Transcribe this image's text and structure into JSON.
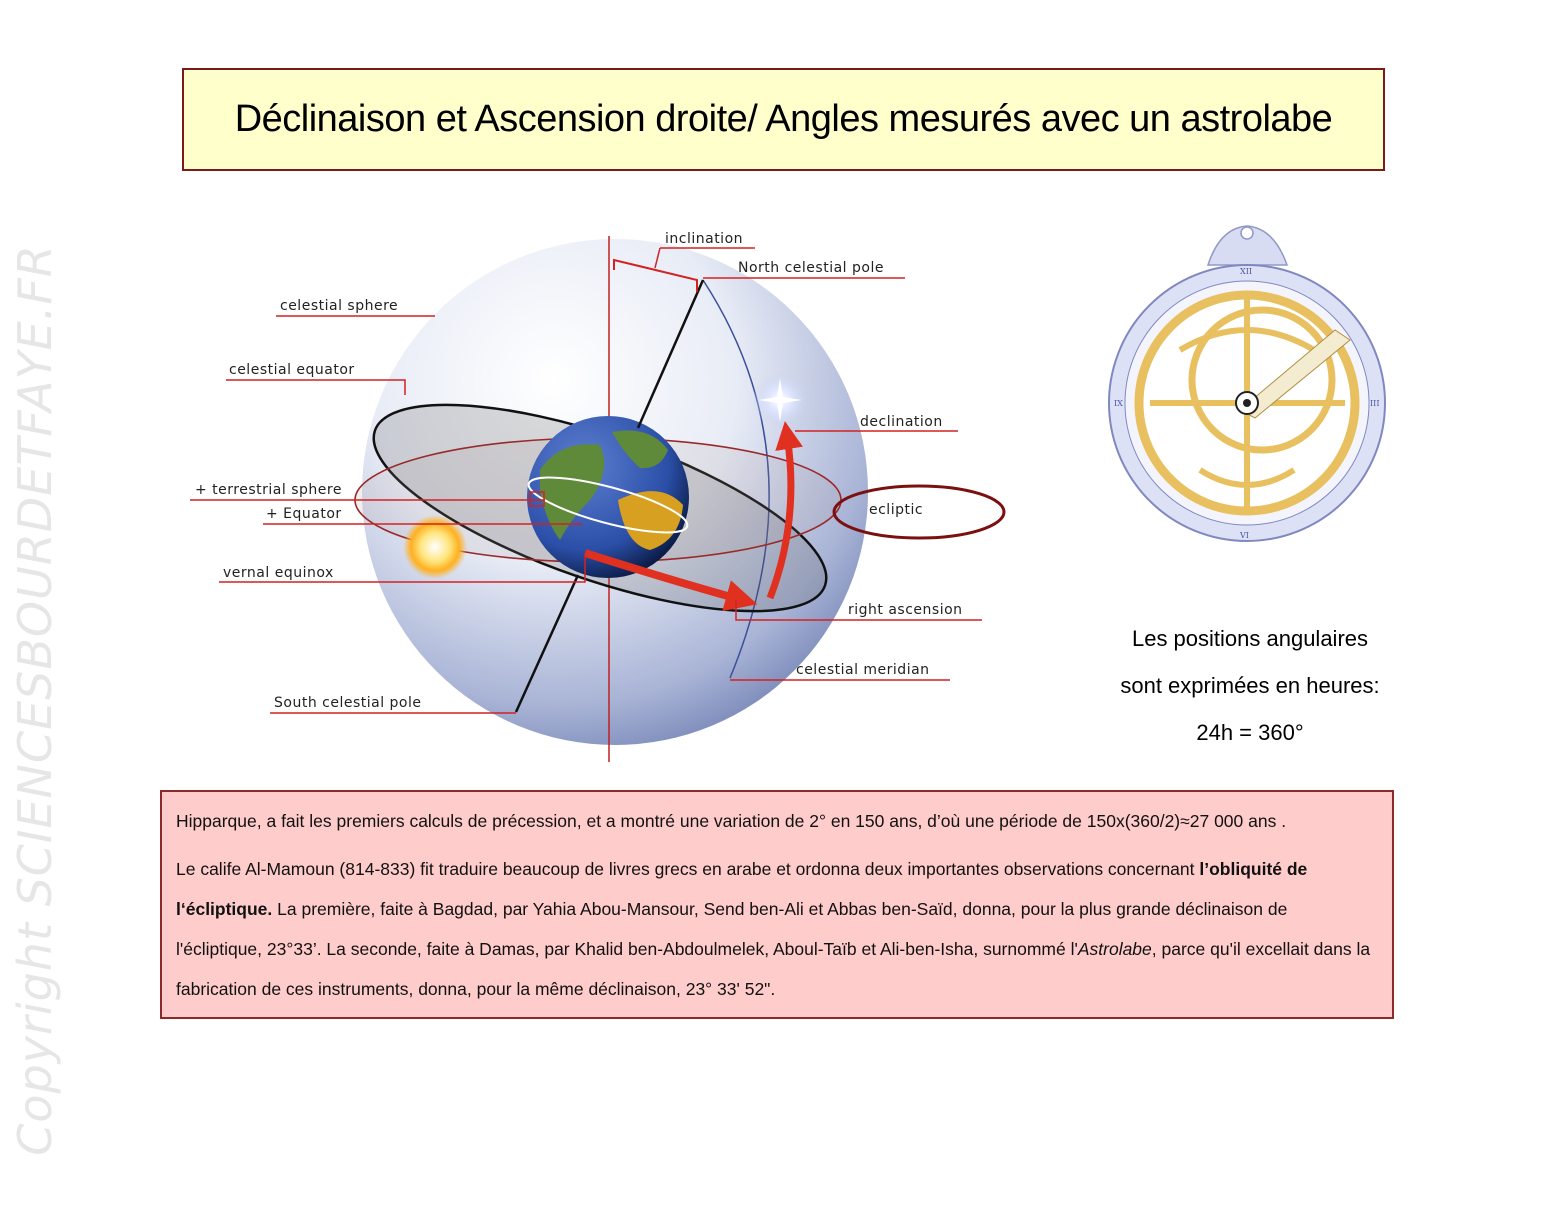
{
  "watermark": "Copyright SCIENCESBOURDETFAYE.FR",
  "title": "Déclinaison et Ascension droite/ Angles mesurés avec un astrolabe",
  "diagram": {
    "labels": {
      "inclination": "inclination",
      "north_celestial_pole": "North celestial pole",
      "celestial_sphere": "celestial sphere",
      "celestial_equator": "celestial equator",
      "declination": "declination",
      "terrestrial_sphere": "+ terrestrial sphere",
      "equator": "+ Equator",
      "ecliptic": "ecliptic",
      "vernal_equinox": "vernal equinox",
      "right_ascension": "right ascension",
      "celestial_meridian": "celestial meridian",
      "south_celestial_pole": "South celestial pole"
    },
    "colors": {
      "leader_lines": "#d22222",
      "arrows": "#e03020",
      "highlight_ellipse": "#7a1010"
    }
  },
  "astrolabe": {
    "hour_numerals": [
      "XII",
      "III",
      "VI",
      "IX"
    ]
  },
  "caption": {
    "line1": "Les positions angulaires",
    "line2": "sont exprimées en heures:",
    "line3": "24h = 360°"
  },
  "body": {
    "p1": "Hipparque, a fait les premiers calculs de précession, et a montré une variation de 2° en 150 ans, d’où une période de 150x(360/2)≈27 000 ans .",
    "p2_a": "Le calife Al-Mamoun (814-833) fit traduire beaucoup de livres grecs en arabe et ordonna deux importantes observations concernant ",
    "p2_bold": "l’obliquité de l‘écliptique.",
    "p2_b": " La première, faite à Bagdad, par Yahia Abou-Mansour, Send ben-Ali et Abbas ben-Saïd, donna, pour la plus grande déclinaison de l'écliptique, 23°33’. La seconde, faite à Damas, par Khalid ben-Abdoulmelek, Aboul-Taïb et Ali-ben-Isha, surnommé l'",
    "p2_italic": "Astrolabe",
    "p2_c": ", parce qu'il excellait dans la fabrication de ces instruments, donna, pour la même déclinaison, 23° 33' 52\"."
  }
}
